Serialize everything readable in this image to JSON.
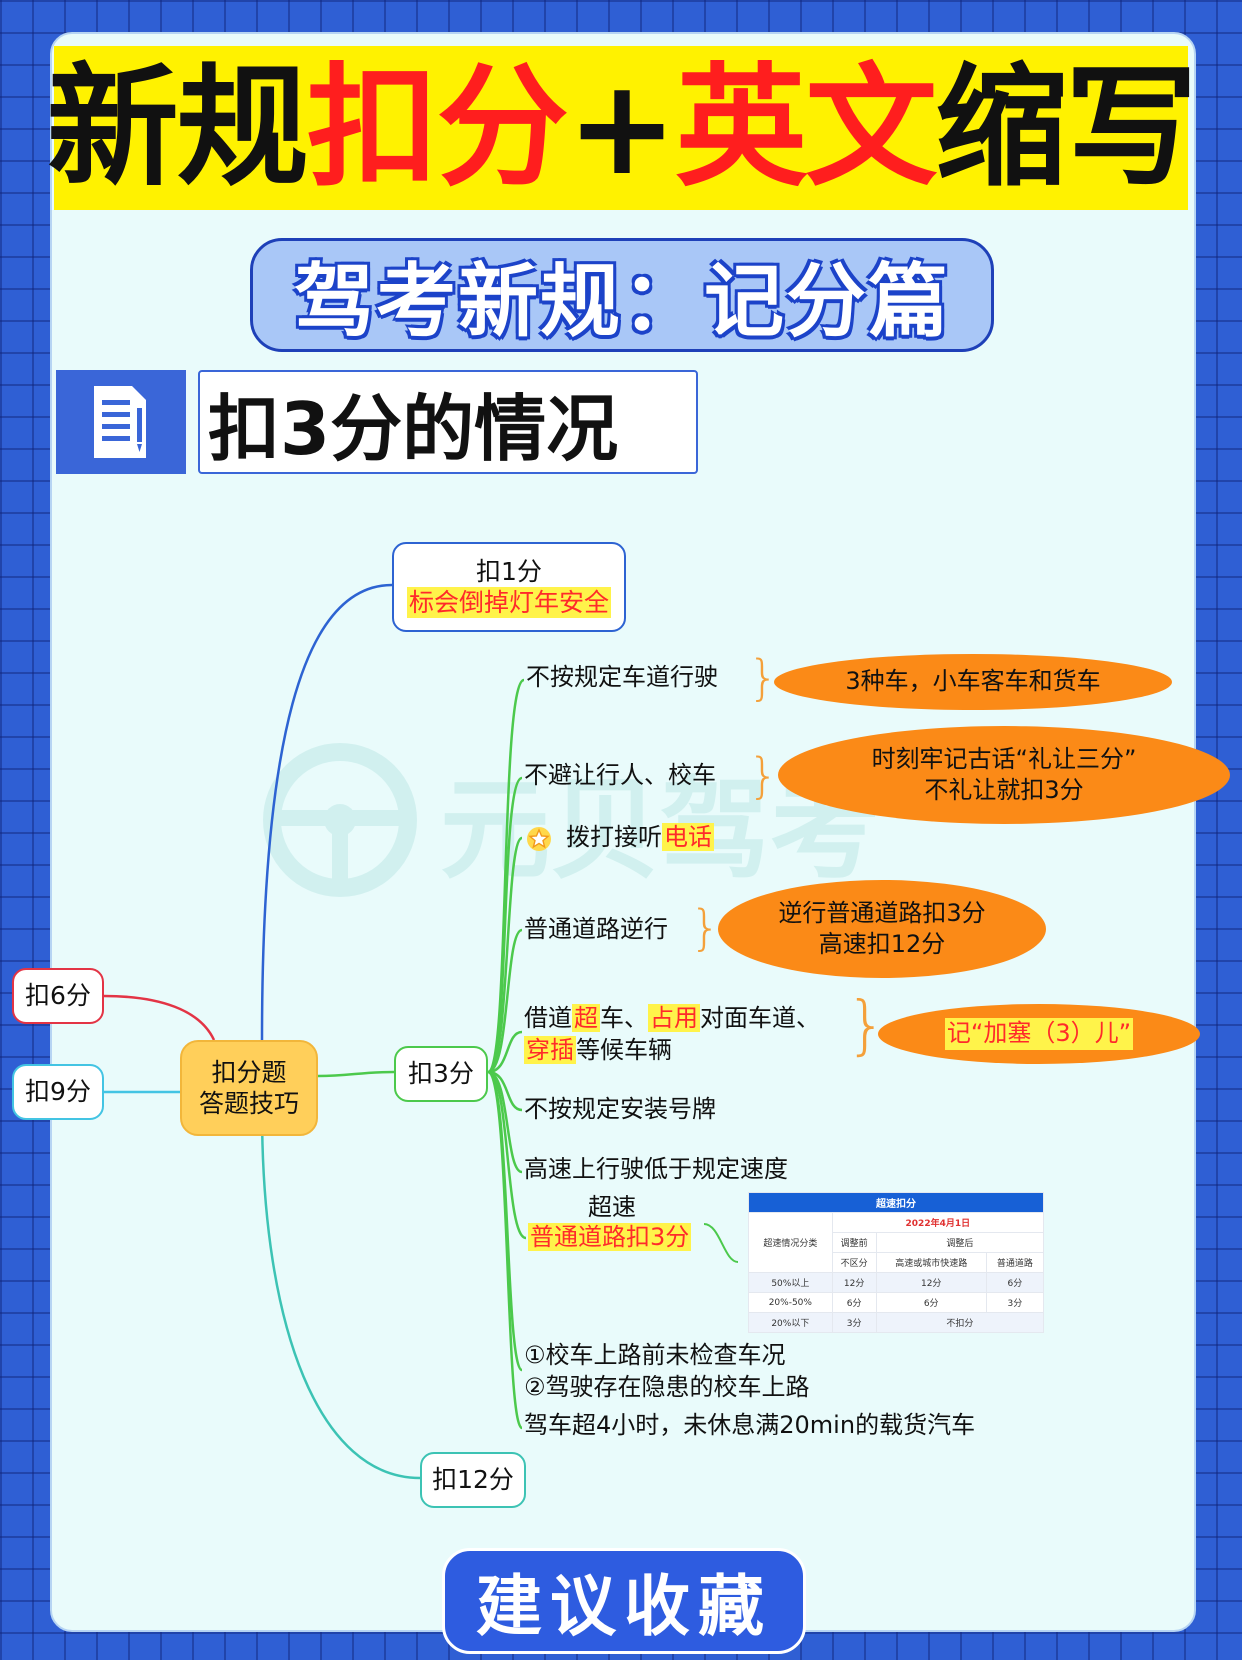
{
  "title": {
    "part1": "新规",
    "part2": "扣分",
    "part3": "+",
    "part4": "英文",
    "part5": "缩写"
  },
  "subtitle": "驾考新规：记分篇",
  "section_title": "扣3分的情况",
  "section_icon": "document-list-icon",
  "watermark": "元贝驾考",
  "center_node": {
    "line1": "扣分题",
    "line2": "答题技巧"
  },
  "left_nodes": {
    "deduct6": "扣6分",
    "deduct9": "扣9分"
  },
  "deduct1": {
    "label": "扣1分",
    "mnemonic": "标会倒掉灯年安全"
  },
  "deduct3": {
    "label": "扣3分"
  },
  "deduct12": {
    "label": "扣12分"
  },
  "items": {
    "lane": "不按规定车道行驶",
    "lane_note": "3种车，小车客车和货车",
    "yield": "不避让行人、校车",
    "yield_note1": "时刻牢记古话“礼让三分”",
    "yield_note2": "不礼让就扣3分",
    "phone_prefix": "拨打接听",
    "phone_hl": "电话",
    "reverse": "普通道路逆行",
    "reverse_note1": "逆行普通道路扣3分",
    "reverse_note2": "高速扣12分",
    "borrow_a": "借道",
    "borrow_b": "超",
    "borrow_c": "车、",
    "borrow_d": "占用",
    "borrow_e": "对面车道、",
    "borrow_f": "穿插",
    "borrow_g": "等候车辆",
    "borrow_note": "记“加塞（3）儿”",
    "plate": "不按规定安装号牌",
    "slow": "高速上行驶低于规定速度",
    "speed_label": "超速",
    "speed_hl": "普通道路扣3分",
    "school1": "①校车上路前未检查车况",
    "school2": "②驾驶存在隐患的校车上路",
    "fatigue": "驾车超4小时，未休息满20min的载货汽车"
  },
  "speed_table": {
    "title": "超速扣分",
    "date": "2022年4月1日",
    "col_category": "超速情况分类",
    "before": "调整前",
    "after": "调整后",
    "no_distinction": "不区分",
    "highway": "高速或城市快速路",
    "ordinary": "普通道路",
    "rows": [
      {
        "range": "50%以上",
        "before": "12分",
        "highway": "12分",
        "ordinary": "6分"
      },
      {
        "range": "20%-50%",
        "before": "6分",
        "highway": "6分",
        "ordinary": "3分"
      },
      {
        "range": "20%以下",
        "before": "3分",
        "after_merged": "不扣分"
      }
    ]
  },
  "footer": "建议收藏",
  "colors": {
    "background_blue": "#2f5fd4",
    "banner_yellow": "#fff200",
    "title_red": "#ff1e1e",
    "ellipse_orange": "#fb8a17",
    "center_node_orange": "#ffcf5a",
    "branch_blue": "#2d63d2",
    "branch_green": "#4cc94c",
    "branch_red": "#e33445",
    "branch_cyan": "#43c4e3"
  }
}
